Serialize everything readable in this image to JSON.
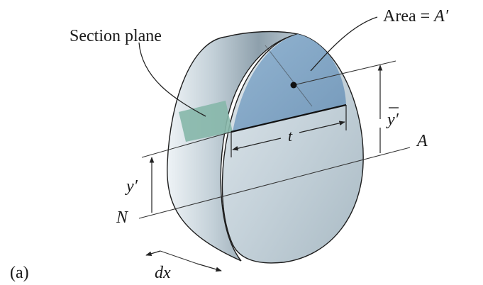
{
  "labels": {
    "section_plane": "Section plane",
    "area_prefix": "Area = ",
    "area_symbol": "A′",
    "thickness": "t",
    "ybar_prime": "y′",
    "y_prime": "y′",
    "axis_n": "N",
    "axis_a": "A",
    "dx": "dx",
    "subfigure": "(a)"
  },
  "colors": {
    "body_light": "#e8eef2",
    "body_mid": "#b7c6d0",
    "body_dark": "#7f93a0",
    "front_face": "#cfd9e0",
    "section_area": "#7fa3c4",
    "section_plane": "#7fb3a6",
    "line": "#222222"
  },
  "icons": {
    "centroid": "filled-dot-icon",
    "arrowhead": "arrowhead-icon"
  }
}
